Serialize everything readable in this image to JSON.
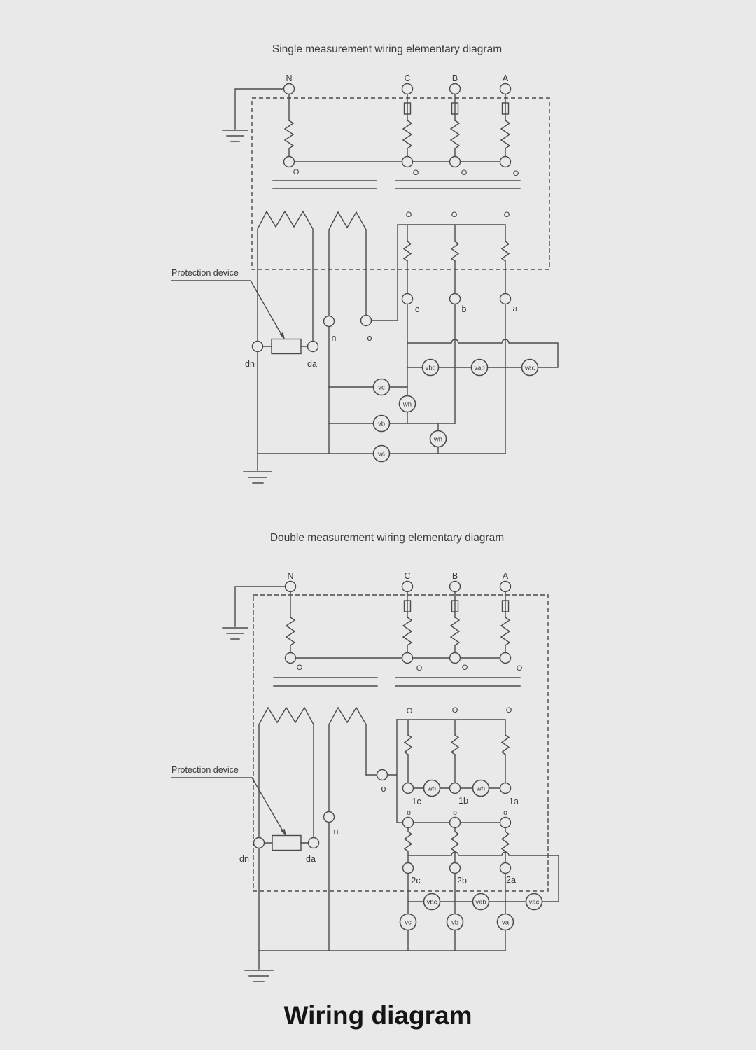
{
  "page": {
    "title": "Wiring diagram",
    "background_color": "#e9e9e9",
    "line_color": "#4a4a4a",
    "text_color": "#3a3a3a"
  },
  "diagram1": {
    "title": "Single measurement wiring elementary diagram",
    "protection_device_label": "Protection device",
    "phases": [
      "N",
      "C",
      "B",
      "A"
    ],
    "primary_terminals": [
      "O",
      "O",
      "O",
      "O"
    ],
    "secondary_terminals": [
      "O",
      "O",
      "O"
    ],
    "terminals": {
      "c": "c",
      "b": "b",
      "a": "a",
      "n": "n",
      "o": "o",
      "dn": "dn",
      "da": "da"
    },
    "meters": {
      "vbc": "vbc",
      "vab": "vab",
      "vac": "vac",
      "vc": "vc",
      "vb": "vb",
      "va": "va",
      "wh_c": "wh",
      "wh_b": "wh"
    }
  },
  "diagram2": {
    "title": "Double measurement wiring elementary diagram",
    "protection_device_label": "Protection device",
    "phases": [
      "N",
      "C",
      "B",
      "A"
    ],
    "primary_terminals": [
      "O",
      "O",
      "O",
      "O"
    ],
    "secondary_terminals": [
      "O",
      "O",
      "O"
    ],
    "set1_terminals": {
      "c": "1c",
      "b": "1b",
      "a": "1a"
    },
    "set2_o_terminals": [
      "o",
      "o",
      "o"
    ],
    "set2_terminals": {
      "c": "2c",
      "b": "2b",
      "a": "2a"
    },
    "terminals": {
      "n": "n",
      "o": "o",
      "dn": "dn",
      "da": "da"
    },
    "meters": {
      "wh_cb": "wh",
      "wh_ba": "wh",
      "vbc": "vbc",
      "vab": "vab",
      "vac": "vac",
      "vc": "vc",
      "vb": "vb",
      "va": "va"
    }
  }
}
